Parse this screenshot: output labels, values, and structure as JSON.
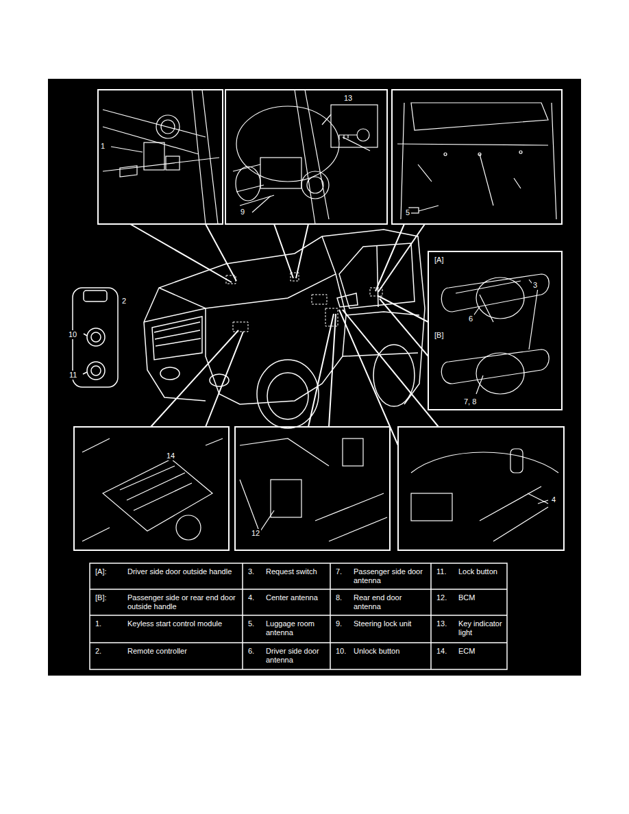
{
  "diagram": {
    "labels": [
      "1",
      "13",
      "9",
      "5",
      "[A]",
      "3",
      "6",
      "[B]",
      "7, 8",
      "2",
      "10",
      "11",
      "14",
      "12",
      "4",
      "[A]:",
      "Driver side door outside handle",
      "3.",
      "Request switch",
      "7.",
      "Passenger side door antenna",
      "11.",
      "Lock button",
      "[B]:",
      "Passenger side or rear end door outside handle",
      "4.",
      "Center antenna",
      "8.",
      "Rear end door antenna",
      "12.",
      "BCM",
      "1.",
      "Keyless start control module",
      "5.",
      "Luggage room antenna",
      "9.",
      "Steering lock unit",
      "13.",
      "Key indicator light",
      "2.",
      "Remote controller",
      "6.",
      "Driver side door antenna",
      "10.",
      "Unlock button",
      "14.",
      "ECM"
    ]
  }
}
